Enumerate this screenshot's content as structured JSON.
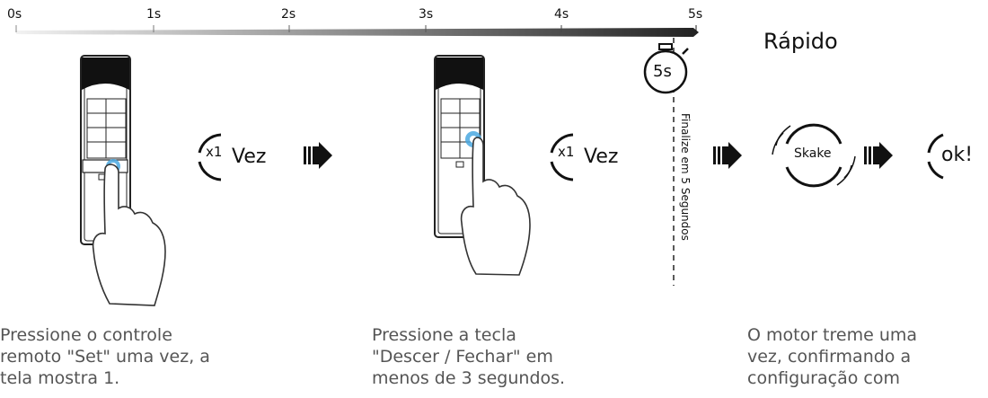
{
  "timeline": {
    "ticks": [
      "0s",
      "1s",
      "2s",
      "3s",
      "4s",
      "5s"
    ],
    "timer_label": "5s",
    "deadline_label": "Finalize em 5 Segundos"
  },
  "title": "Rápido",
  "steps": [
    {
      "count_label": "x1",
      "action_label": "Vez",
      "caption": [
        "Pressione o controle",
        "remoto \"Set\" uma vez, a",
        "tela mostra 1."
      ]
    },
    {
      "count_label": "x1",
      "action_label": "Vez",
      "caption": [
        "Pressione a tecla",
        "\"Descer / Fechar\" em",
        "menos de 3 segundos."
      ]
    },
    {
      "shake_label": "Skake",
      "caption": [
        "O motor treme uma",
        "vez, confirmando a",
        "configuração com"
      ]
    }
  ],
  "ok_label": "ok!",
  "colors": {
    "highlight": "#4aa8e0",
    "gradient_start": "#f2f2f2",
    "gradient_end": "#222222"
  }
}
